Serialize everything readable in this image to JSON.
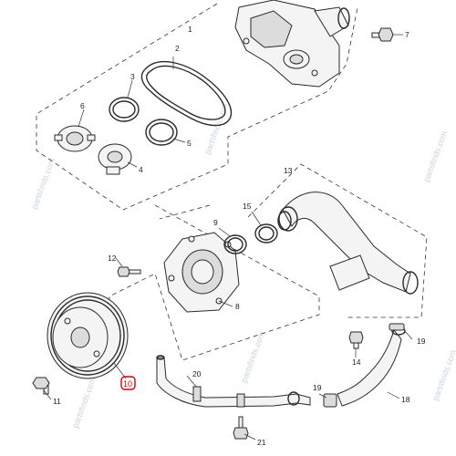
{
  "diagram": {
    "callouts": {
      "c1": "1",
      "c2": "2",
      "c3": "3",
      "c4": "4",
      "c5": "5",
      "c6": "6",
      "c7": "7",
      "c8": "8",
      "c9": "9",
      "c10": "10",
      "c11": "11",
      "c12": "12",
      "c13": "13",
      "c14": "14",
      "c15": "15",
      "c18": "18",
      "c19a": "19",
      "c19b": "19",
      "c20": "20",
      "c21": "21"
    },
    "highlighted_callout": "10",
    "watermark": "partsfinds.com",
    "colors": {
      "line": "#2a2a2a",
      "highlight": "#d40000",
      "watermark": "#c9d3dc",
      "background": "#ffffff"
    }
  }
}
